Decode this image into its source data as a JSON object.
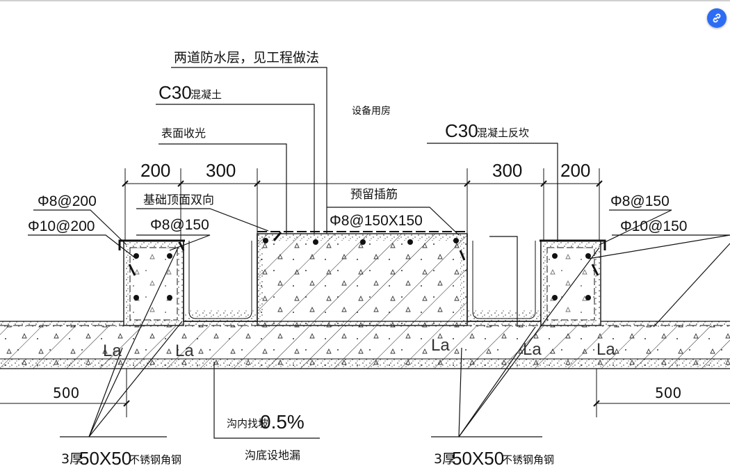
{
  "drawing": {
    "labels": {
      "waterproof": "两道防水层，见工程做法",
      "c30": "C30",
      "c30_suffix": "混凝土",
      "surface_finish": "表面收光",
      "equipment_room": "设备用房",
      "c30_right": "C30",
      "c30_right_suffix": "混凝土反坎",
      "foundation_top": "基础顶面双向",
      "reserved_rebar": "预留插筋",
      "rebar_left_outer": "Φ8@200",
      "rebar_left_inner": "Φ10@200",
      "rebar_foundation": "Φ8@150",
      "rebar_reserved": "Φ8@150X150",
      "rebar_right_outer": "Φ8@150",
      "rebar_right_inner": "Φ10@150",
      "slope_prefix": "沟内找坡",
      "slope_value": "0.5%",
      "floor_drain": "沟底设地漏",
      "angle_left_prefix": "3厚",
      "angle_left_size": "50X50",
      "angle_left_suffix": "不锈钢角钢",
      "angle_right_prefix": "3厚",
      "angle_right_size": "50X50",
      "angle_right_suffix": "不锈钢角钢",
      "la": "La"
    },
    "dimensions": {
      "left_200": "200",
      "left_300": "300",
      "right_300": "300",
      "right_200": "200",
      "left_500": "500",
      "right_500": "500"
    }
  },
  "ui": {
    "share_icon": "link-icon",
    "accent": "#2c6cf5"
  }
}
